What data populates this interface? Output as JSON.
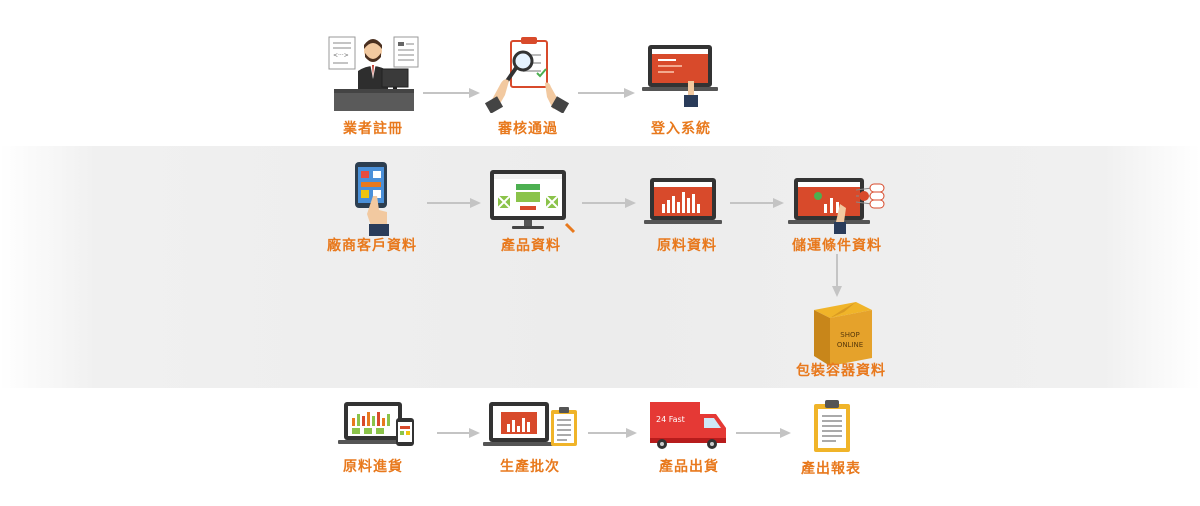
{
  "rows": {
    "registration": [
      {
        "label": "業者註冊",
        "icon": "businessman-at-desk-icon"
      },
      {
        "label": "審核通過",
        "icon": "clipboard-review-icon"
      },
      {
        "label": "登入系統",
        "icon": "laptop-login-icon"
      }
    ],
    "data_entry": [
      {
        "label": "廠商客戶資料",
        "icon": "tablet-touch-icon"
      },
      {
        "label": "產品資料",
        "icon": "monitor-product-icon"
      },
      {
        "label": "原料資料",
        "icon": "laptop-chart-icon"
      },
      {
        "label": "儲運條件資料",
        "icon": "monitor-settings-icon"
      },
      {
        "label": "包裝容器資料",
        "icon": "shop-online-box-icon"
      }
    ],
    "production": [
      {
        "label": "原料進貨",
        "icon": "monitor-phone-chart-icon"
      },
      {
        "label": "生產批次",
        "icon": "monitor-clipboard-icon"
      },
      {
        "label": "產品出貨",
        "icon": "delivery-truck-icon"
      },
      {
        "label": "產出報表",
        "icon": "clipboard-report-icon"
      }
    ]
  },
  "box_text": {
    "line1": "SHOP",
    "line2": "ONLINE"
  },
  "truck_text": "24 Fast",
  "colors": {
    "label": "#e8791d",
    "accent_red": "#d84a2b",
    "arrow": "#c4c4c4",
    "band": "#ececec"
  }
}
